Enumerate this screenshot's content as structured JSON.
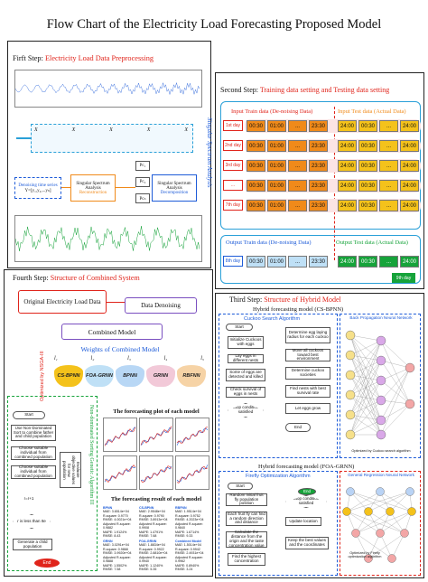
{
  "title": "Flow Chart of the Electricity Load Forecasting Proposed Model",
  "step1": {
    "label": "Firft Step:",
    "name": "Electricity Load Data Preprocessing",
    "ssa_side": "Singular Spectrum Analysis",
    "series": [
      "X",
      "X",
      "X",
      "X",
      "X"
    ],
    "pc_labels": [
      "Pc₁",
      "Pc₂",
      "Pcₙ"
    ],
    "decomp_title": "Singular Spectrum Analysis",
    "decomp_sub": "Decomposition",
    "recon_title": "Singular Spectrum Analysis",
    "recon_sub": "Reconstruction",
    "denoise_title": "Denoising time series",
    "denoise_formula": "Y=[y₁,y₂,...yₙ]"
  },
  "step2": {
    "label": "Second Step:",
    "name": "Training data setting and Testing data setting",
    "input_train": "Input Train data (De-noising Data)",
    "input_test": "Input Test data (Actual Data)",
    "output_train": "Output Train data (De-noising Data)",
    "output_test": "Output Test data (Actual Data)",
    "days": [
      "1st day",
      "2nd day",
      "3rd day",
      "...",
      "7th day"
    ],
    "out_day": "8th day",
    "extra_day": "9th day",
    "cells": [
      "00:30",
      "01:00",
      "...",
      "23:30",
      "24:00",
      "00:30",
      "...",
      "24:00"
    ]
  },
  "step3": {
    "label": "Third Step:",
    "name": "Structure of Hybrid Model",
    "cs_title": "Hybrid forecasting model (CS-BPNN)",
    "cs_algo": "Cuckoo Search Algorithm",
    "bpnn_title": "Back Propagation Neural Network",
    "optimized_cs": "Optimized by Cuckoo search algorithm",
    "foa_title": "Hybrid forecasting model (FOA-GRNN)",
    "foa_algo": "Firefly Optimization Algorithm",
    "grnn_title": "General Regression Neural Network",
    "optimized_foa": "Optimized by Firefly optimization algorithm",
    "cs_nodes": [
      "Start",
      "Initialize Cuckoos with eggs",
      "Lay eggs in different nests",
      "Some of eggs are detected and killed",
      "Check survival of eggs in nests",
      "Stop condition satisfied",
      "Determine egg laying radius for each cuckoo",
      "Move all cuckoos toward best environment",
      "Determine cuckoo societies",
      "Find nests with best survival rate",
      "Let eggs grow",
      "End"
    ],
    "foa_nodes": [
      "Start",
      "Random initial fruit fly population position",
      "Each fruit fly can find a random direction and distance",
      "Calculate the distance from the origin and the taste concentration value",
      "Find the highest concentration",
      "Stop condition satisfied",
      "Update location",
      "Keep the best values and the coordinates",
      "End"
    ]
  },
  "step4": {
    "label": "Fourth Step:",
    "name": "Structure of Combined System",
    "original": "Original Electricity Load Data",
    "denoising": "Data Denoising",
    "combined": "Combined Model",
    "weights": "Weights of Combined Model",
    "optimized_by": "Optimized by NSGA-III",
    "models": [
      "CS-BPNN",
      "FOA-GRNN",
      "BPNN",
      "GRNN",
      "RBFNN"
    ],
    "l_labels": [
      "l₁",
      "l₂",
      "l₃",
      "l₄",
      "l₅"
    ],
    "nsga_side": "Non-dominated Sorting Genetic Algorithm III",
    "nsga_nodes": [
      "Start",
      "Use Non-Dominated Sort to combine father and child population",
      "Choose suitable individual from combined population",
      "Choose suitable individual from combined population",
      "Evaluate objective values for new population",
      "r=r+1",
      "r is less than Ite",
      "Generate a child population",
      "End"
    ],
    "plot_title": "The forecasting plot of each model",
    "result_title": "The forecasting result of each model",
    "result_cols": [
      [
        "BPNN",
        "MAE: 3.6514e+04",
        "R-square: 0.9770",
        "RMSE: 4.0021e+04",
        "Adjusted R-square: 0.9882",
        "MAPE: 1.9124%",
        "RMSE: 8.43"
      ],
      [
        "CS-BPNN",
        "MAE: 2.9548e+04",
        "R-square: 0.9790",
        "RMSE: 3.8913e+04",
        "Adjusted R-square: 0.9908",
        "MAPE: 1.4791%",
        "RMSE: 7.68"
      ],
      [
        "RBFNN",
        "MAE: 1.9514e+04",
        "R-square: 0.9752",
        "RMSE: 4.2023e+04",
        "Adjusted R-square: 0.9840",
        "MAPE: 1.6714%",
        "RMSE: 9.33"
      ],
      [
        "GRNN",
        "MAE: 3.0291e+04",
        "R-square: 0.9868",
        "RMSE: 3.9920e+04",
        "Adjusted R-square: 0.9888",
        "MAPE: 1.5502%",
        "RMSE: 7.58"
      ],
      [
        "FOA-GRNN",
        "MAE: 1.8834e+04",
        "R-square: 0.9922",
        "RMSE: 2.8810e+04",
        "Adjusted R-square: 0.9940",
        "MAPE: 1.1240%",
        "RMSE: 5.35"
      ],
      [
        "Combined Model",
        "MAE: 1.5014e+04",
        "R-square: 0.9942",
        "RMSE: 2.4931e+04",
        "Adjusted R-square: 0.9962",
        "MAPE: 0.8940%",
        "RMSE: 3.24"
      ]
    ]
  },
  "colors": {
    "red": "#e0241b",
    "blue": "#1d5bd8",
    "green": "#16a33a",
    "orange": "#f08a1a",
    "yellow": "#f4c21b",
    "lightblue": "#bfe0f6"
  }
}
